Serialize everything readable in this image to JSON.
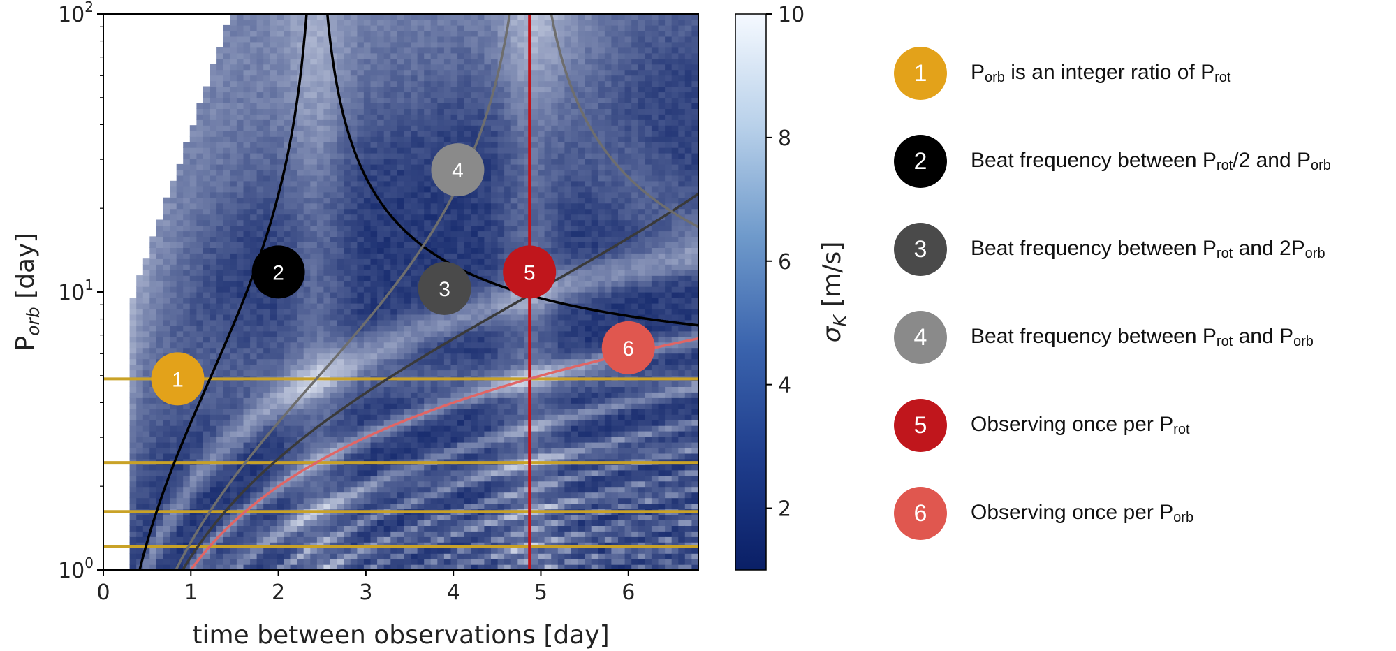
{
  "chart_data": {
    "type": "heatmap",
    "xlabel": "time between observations [day]",
    "ylabel_main": "P",
    "ylabel_sub": "orb",
    "ylabel_unit": " [day]",
    "xlim": [
      0,
      6.8
    ],
    "ylim": [
      1,
      100
    ],
    "yscale": "log",
    "xticks": [
      0,
      1,
      2,
      3,
      4,
      5,
      6
    ],
    "yticks": [
      1,
      10,
      100
    ],
    "ytick_labels": [
      {
        "base": "10",
        "exp": "0"
      },
      {
        "base": "10",
        "exp": "1"
      },
      {
        "base": "10",
        "exp": "2"
      }
    ],
    "colorbar": {
      "label_main": "σ",
      "label_sub": "K",
      "label_unit": " [m/s]",
      "range": [
        1,
        10
      ],
      "ticks": [
        2,
        4,
        6,
        8,
        10
      ],
      "colormap": "Blues_r",
      "color_low": "#0a1f66",
      "color_high": "#f5f9ff"
    },
    "P_rot": 4.87,
    "curves": [
      {
        "id": "integer-ratio",
        "kind": "horizontal",
        "y_values": [
          4.87,
          2.435,
          1.623,
          1.2175
        ],
        "color": "#c9a227"
      },
      {
        "id": "beat-prot2-porb",
        "kind": "beat",
        "a": 2,
        "b": 1,
        "color": "#000000"
      },
      {
        "id": "beat-prot-2porb",
        "kind": "beat",
        "a": 1,
        "b": 2,
        "color": "#3a3a3a"
      },
      {
        "id": "beat-prot-porb",
        "kind": "beat",
        "a": 1,
        "b": 1,
        "color": "#6e6e6e"
      },
      {
        "id": "once-per-prot",
        "kind": "vertical",
        "x": 4.87,
        "color": "#c0161c"
      },
      {
        "id": "once-per-porb",
        "kind": "identity",
        "color": "#e06666"
      }
    ],
    "markers": [
      {
        "label": "1",
        "x": 0.85,
        "y": 4.87,
        "color": "#e3a21a"
      },
      {
        "label": "2",
        "x": 2.0,
        "y": 11.8,
        "color": "#000000"
      },
      {
        "label": "3",
        "x": 3.9,
        "y": 10.3,
        "color": "#4a4a4a"
      },
      {
        "label": "4",
        "x": 4.05,
        "y": 27.5,
        "color": "#8a8a8a"
      },
      {
        "label": "5",
        "x": 4.87,
        "y": 11.8,
        "color": "#c0161c"
      },
      {
        "label": "6",
        "x": 6.0,
        "y": 6.3,
        "color": "#e0574f"
      }
    ]
  },
  "legend": [
    {
      "num": "1",
      "color": "#e3a21a",
      "parts": [
        {
          "t": "P"
        },
        {
          "s": "orb"
        },
        {
          "t": " is an integer ratio of P"
        },
        {
          "s": "rot"
        }
      ]
    },
    {
      "num": "2",
      "color": "#000000",
      "parts": [
        {
          "t": "Beat frequency between P"
        },
        {
          "s": "rot"
        },
        {
          "t": "/2 and P"
        },
        {
          "s": "orb"
        }
      ]
    },
    {
      "num": "3",
      "color": "#4a4a4a",
      "parts": [
        {
          "t": "Beat frequency between P"
        },
        {
          "s": "rot"
        },
        {
          "t": " and 2P"
        },
        {
          "s": "orb"
        }
      ]
    },
    {
      "num": "4",
      "color": "#8a8a8a",
      "parts": [
        {
          "t": "Beat frequency between P"
        },
        {
          "s": "rot"
        },
        {
          "t": " and P"
        },
        {
          "s": "orb"
        }
      ]
    },
    {
      "num": "5",
      "color": "#c0161c",
      "parts": [
        {
          "t": "Observing once per P"
        },
        {
          "s": "rot"
        }
      ]
    },
    {
      "num": "6",
      "color": "#e0574f",
      "parts": [
        {
          "t": "Observing once per P"
        },
        {
          "s": "orb"
        }
      ]
    }
  ]
}
